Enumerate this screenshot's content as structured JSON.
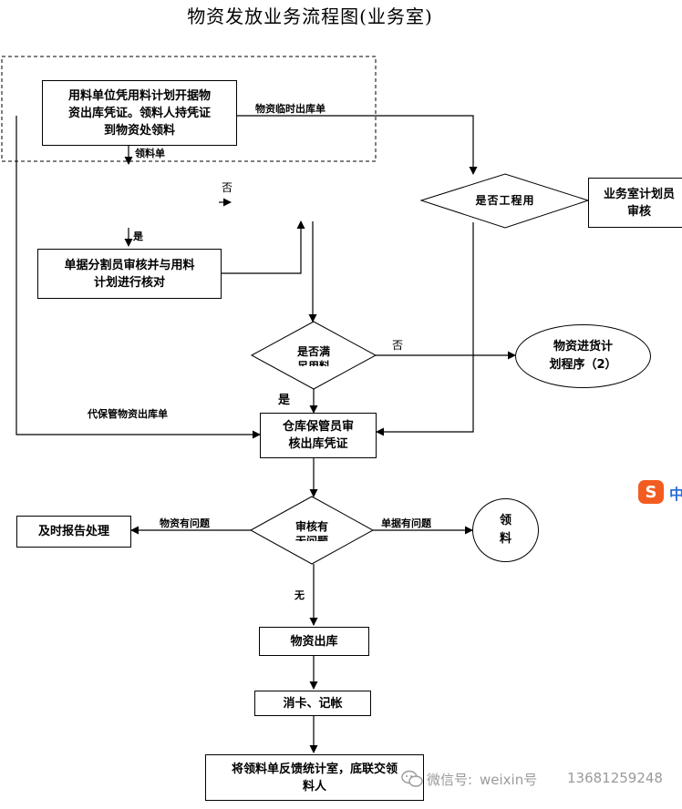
{
  "title": "物资发放业务流程图(业务室)",
  "nodes": {
    "start": [
      "用料单位凭用料计划开据物",
      "资出库凭证。领料人持凭证",
      "到物资处领料"
    ],
    "divider": [
      "单据分割员审核并与用料",
      "计划进行核对"
    ],
    "is_project": "是否工程用",
    "office_review": [
      "业务室计划员",
      "审核"
    ],
    "is_satisfied": [
      "是否满",
      "足用料"
    ],
    "purchase_plan": [
      "物资进货计",
      "划程序（2）"
    ],
    "keeper_review": [
      "仓库保管员审",
      "核出库凭证"
    ],
    "has_issue": [
      "审核有",
      "无问题"
    ],
    "report": "及时报告处理",
    "claim": [
      "领",
      "料"
    ],
    "outbound": "物资出库",
    "cancel_card": "消卡、记帐",
    "feedback": [
      "将领料单反馈统计室，底联交领",
      "料人"
    ]
  },
  "labels": {
    "temp_outbound": "物资临时出库单",
    "requisition": "领料单",
    "no_top": "否",
    "yes_divider": "是",
    "no_satisfied": "否",
    "yes_satisfied": "是",
    "custody_outbound": "代保管物资出库单",
    "goods_issue": "物资有问题",
    "doc_issue": "单据有问题",
    "none": "无"
  },
  "watermark": {
    "wechat_label": "微信号:",
    "text_a": "weixin号",
    "text_b": "13681259248"
  },
  "overlay": {
    "sogou_char": "中"
  }
}
